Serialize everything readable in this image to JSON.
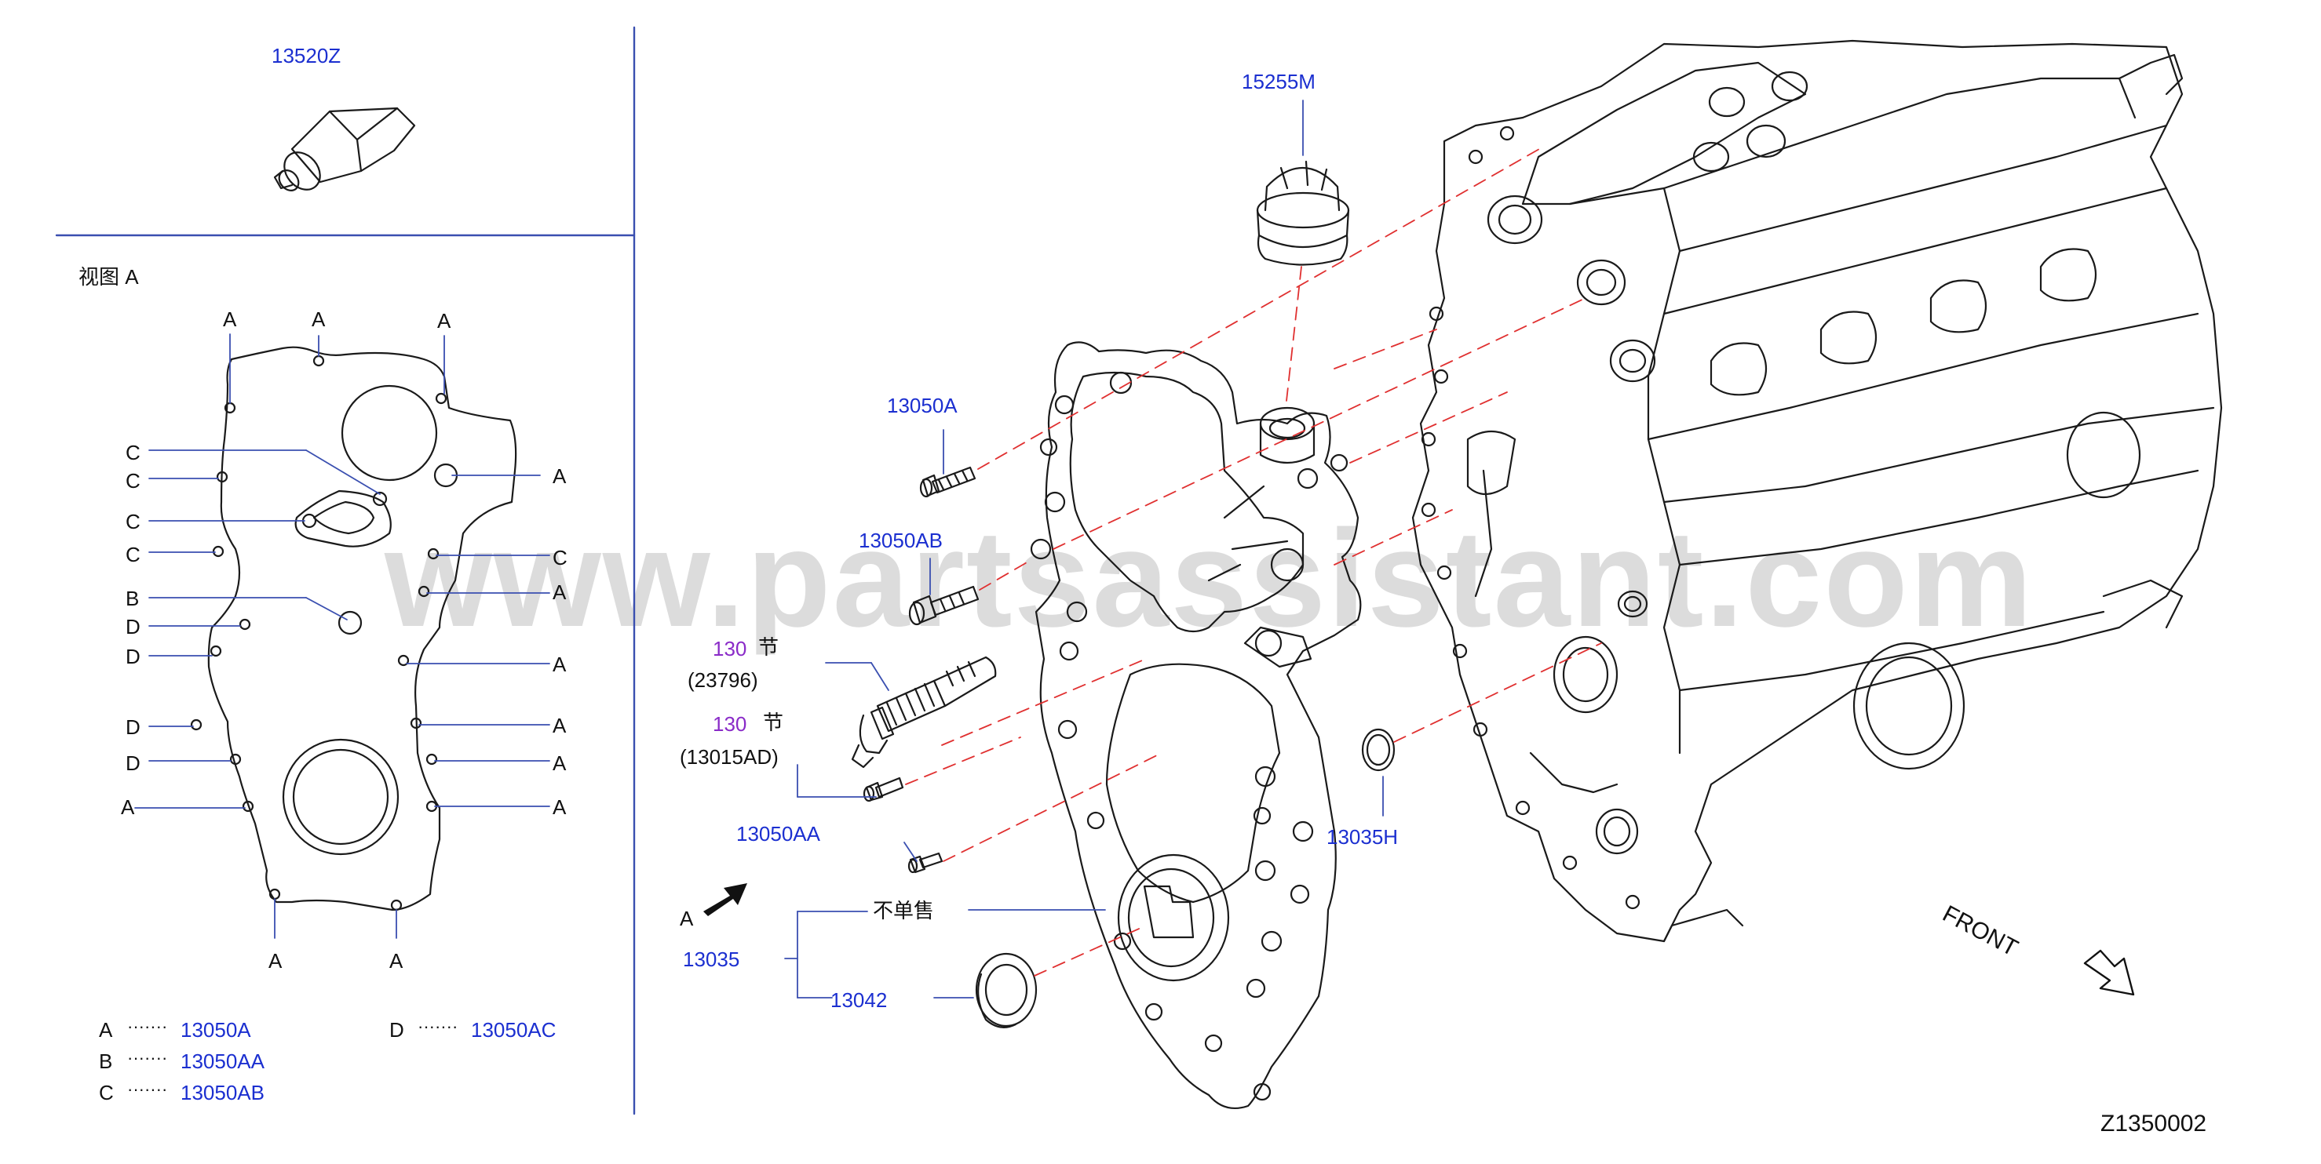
{
  "watermark": "www.partsassistant.com",
  "diagram_id": "Z1350002",
  "parts": {
    "sealant_tube": "13520Z",
    "oil_filler_cap": "15255M",
    "bolt_a": "13050A",
    "bolt_ab": "13050AB",
    "bolt_aa": "13050AA",
    "bolt_ac": "13050AC",
    "oring": "13035H",
    "front_cover_assy": "13035",
    "oil_seal": "13042",
    "valve_timing_solenoid": "23796",
    "camshaft_sensor": "13015AD"
  },
  "section_ref": {
    "prefix": "130",
    "suffix": "节"
  },
  "not_sold_separately": "不单售",
  "view_a": {
    "title": "视图 A",
    "marker_A": "A",
    "marker_B": "B",
    "marker_C": "C",
    "marker_D": "D"
  },
  "legend": {
    "dots": "·······",
    "A": {
      "key": "A",
      "part": "13050A"
    },
    "B": {
      "key": "B",
      "part": "13050AA"
    },
    "C": {
      "key": "C",
      "part": "13050AB"
    },
    "D": {
      "key": "D",
      "part": "13050AC"
    }
  },
  "arrow_view_label": "A",
  "front_label": "FRONT"
}
